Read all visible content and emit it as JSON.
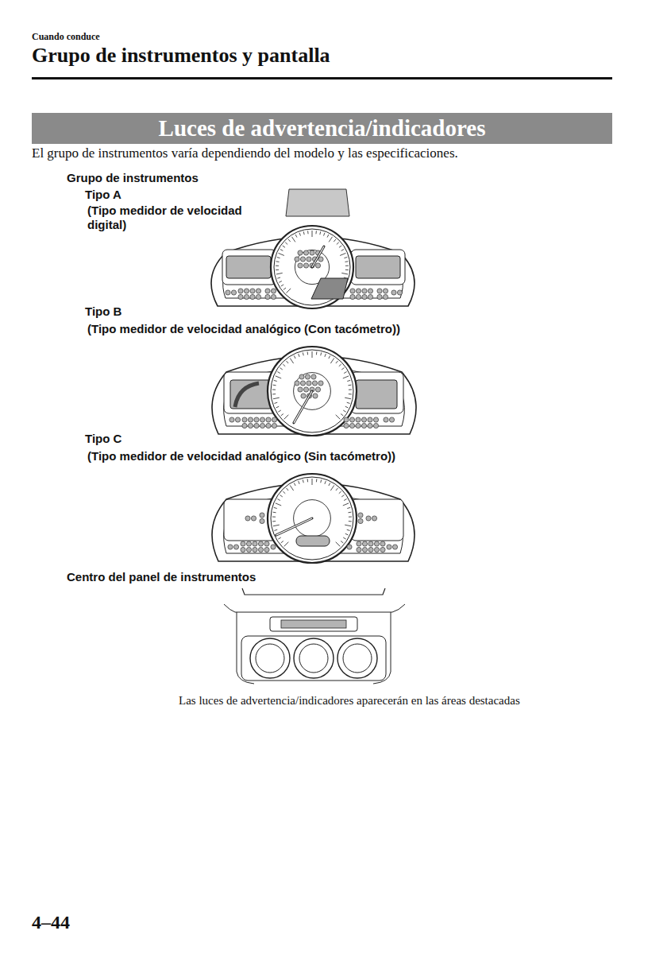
{
  "diagram": {
    "title": "Grupo de instrumentos y pantalla",
    "caption": "Las luces de advertencia/indicadores aparecerán en las áreas destacadas",
    "nodes": [
      {
        "text": [
          "Luces de advertencia/indicadores"
        ]
      }
    ],
    "labels": [
      "Cuando conduce",
      "El grupo de instrumentos varía dependiendo del modelo y las especificaciones.",
      "Grupo de instrumentos",
      "Tipo A",
      "(Tipo medidor de velocidad digital)",
      "Tipo B",
      "(Tipo medidor de velocidad analógico (Con tacómetro))",
      "Tipo C",
      "(Tipo medidor de velocidad analógico (Sin tacómetro))",
      "Centro del panel de instrumentos",
      "4–44"
    ]
  }
}
